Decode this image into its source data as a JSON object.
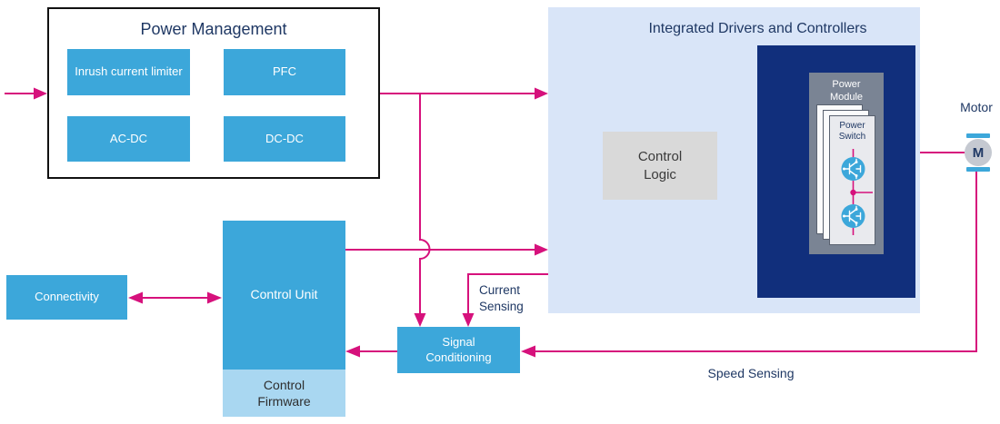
{
  "colors": {
    "accent": "#D6117C",
    "cyan": "#3CA7DA",
    "panel_blue": "#D9E5F8",
    "navy_box": "#112F7C",
    "navy_text": "#1F3864",
    "firmware_blue": "#A9D7F1",
    "gray_box": "#D9D9D9",
    "module_gray": "#7A8494",
    "card_gray": "#E9EAEE",
    "motor_gray": "#C5C9D1"
  },
  "power_management": {
    "title": "Power Management",
    "blocks": [
      {
        "label": "Inrush current limiter"
      },
      {
        "label": "PFC"
      },
      {
        "label": "AC-DC"
      },
      {
        "label": "DC-DC"
      }
    ]
  },
  "drivers": {
    "title": "Integrated Drivers and Controllers",
    "control_logic_label": "Control Logic",
    "power_module_label": "Power Module",
    "power_switch_label": "Power Switch"
  },
  "connectivity": {
    "label": "Connectivity"
  },
  "control_unit": {
    "label": "Control Unit",
    "firmware_label": "Control Firmware"
  },
  "signal_conditioning": {
    "label": "Signal Conditioning"
  },
  "motor": {
    "label": "Motor",
    "symbol": "M"
  },
  "annotations": {
    "current_sensing": "Current Sensing",
    "speed_sensing": "Speed Sensing"
  }
}
